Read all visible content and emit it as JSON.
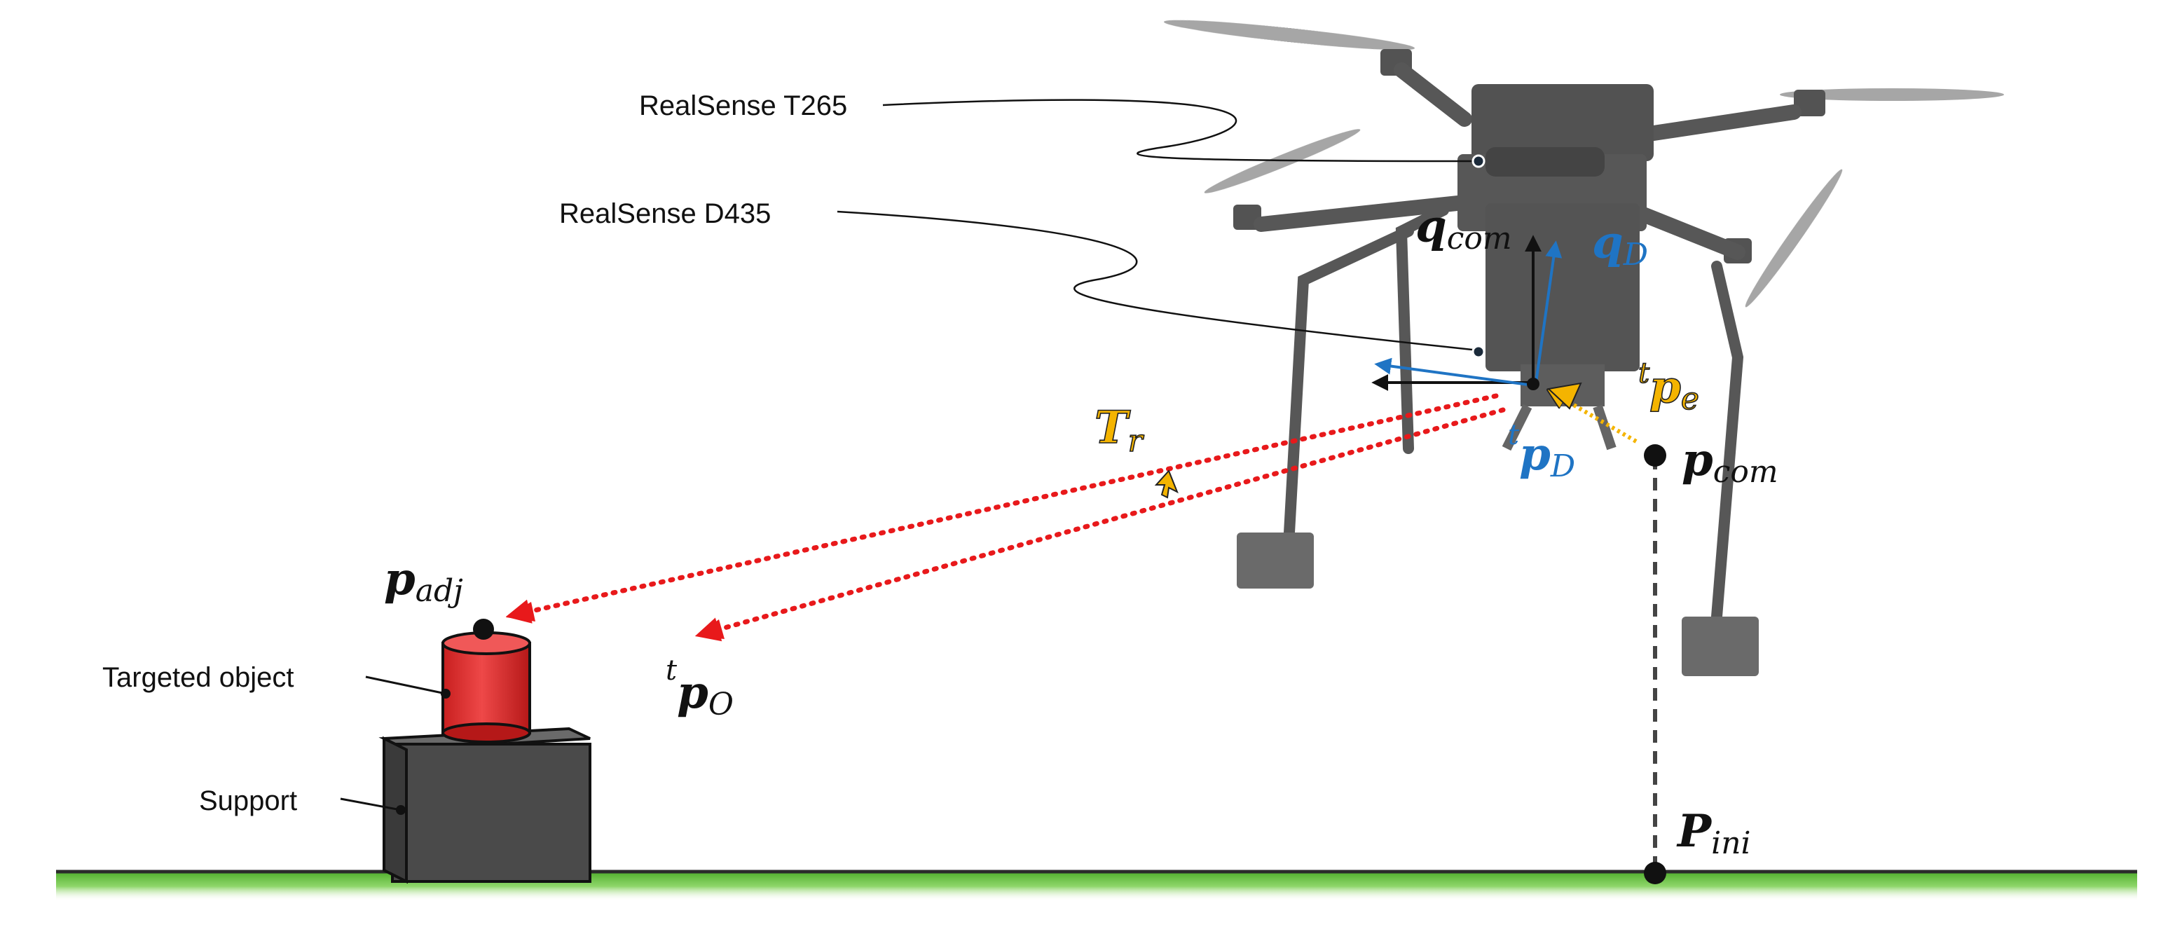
{
  "labels": {
    "t265": "RealSense T265",
    "d435": "RealSense D435",
    "targeted_object": "Targeted object",
    "support": "Support"
  },
  "symbols": {
    "q_com": {
      "base": "q",
      "sub": "com"
    },
    "q_D": {
      "base": "q",
      "sub": "D"
    },
    "t_p_e": {
      "pre": "t",
      "base": "p",
      "sub": "e"
    },
    "t_p_D": {
      "pre": "t",
      "base": "p",
      "sub": "D"
    },
    "p_com": {
      "base": "p",
      "sub": "com"
    },
    "T_r": {
      "base": "T",
      "sub": "r"
    },
    "p_adj": {
      "base": "p",
      "sub": "adj"
    },
    "t_p_O": {
      "pre": "t",
      "base": "p",
      "sub": "O"
    },
    "P_ini": {
      "base": "P",
      "sub": "ini"
    }
  },
  "colors": {
    "black": "#111111",
    "blue": "#1f74c4",
    "yellow": "#f4b400",
    "red": "#e8191b",
    "ground_green": "#6cc24a",
    "object_red": "#e83838",
    "support_gray": "#4a4a4a",
    "drone_gray": "#3a3a3a"
  },
  "icons": {
    "drone": "quadrotor-drone-icon",
    "object": "red-cylinder-icon",
    "support": "gray-box-icon"
  }
}
